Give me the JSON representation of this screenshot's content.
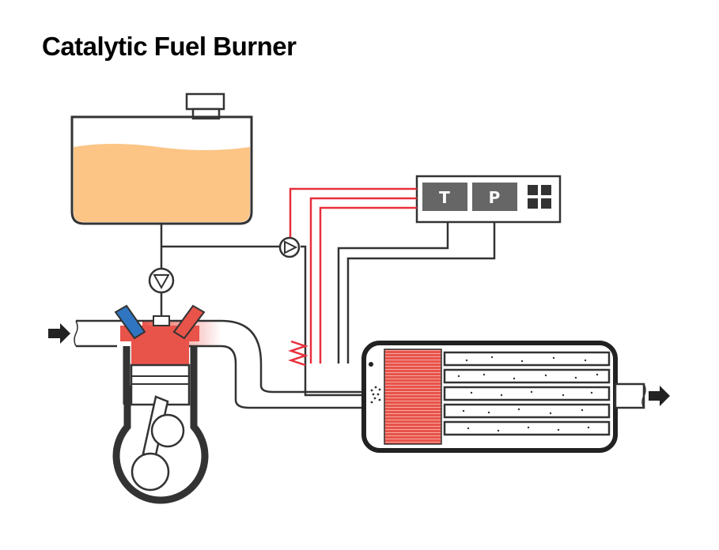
{
  "title": "Catalytic Fuel Burner",
  "controller": {
    "t_label": "T",
    "p_label": "P"
  },
  "colors": {
    "fuel": "#fcc586",
    "hot": "#e8534a",
    "intake_blue": "#2f75c1",
    "wire_red": "#e8303c",
    "line": "#333333",
    "controller_box": "#666666"
  }
}
